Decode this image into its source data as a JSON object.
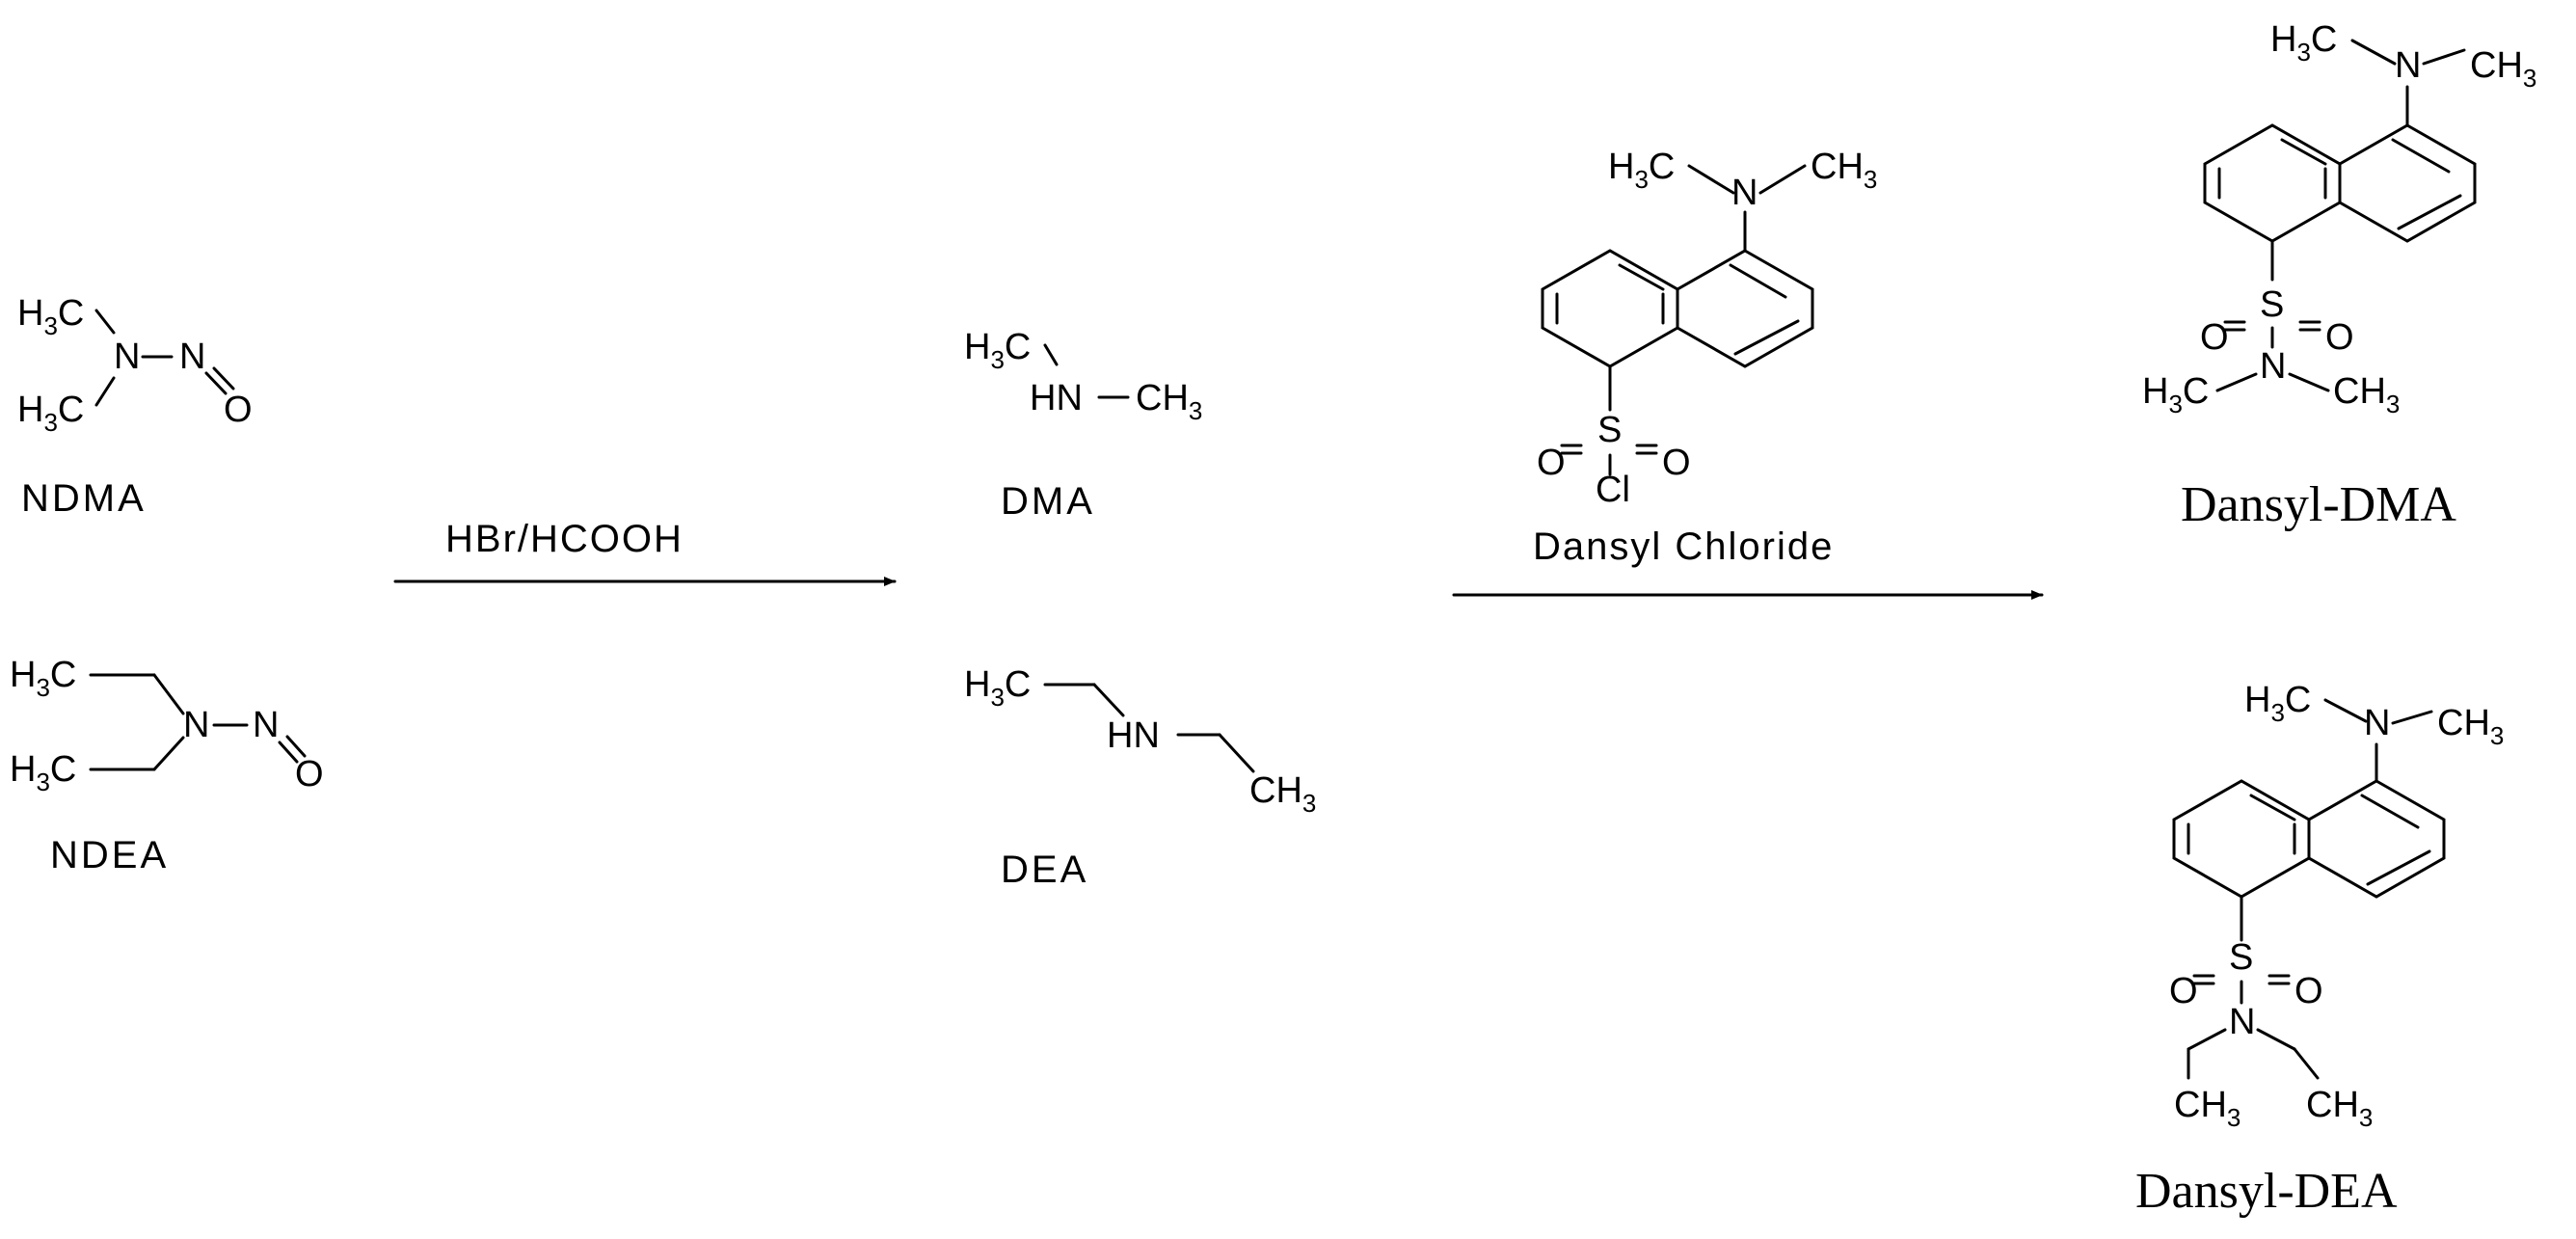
{
  "atoms": {
    "h3c": "H3C",
    "ch3": "CH3",
    "n": "N",
    "o": "O",
    "s": "S",
    "cl": "Cl",
    "hn": "HN"
  },
  "compounds": {
    "ndma": "NDMA",
    "ndea": "NDEA",
    "dma": "DMA",
    "dea": "DEA",
    "dansyl_chloride": "Dansyl Chloride",
    "dansyl_dma": "Dansyl-DMA",
    "dansyl_dea": "Dansyl-DEA"
  },
  "reagents": {
    "step1": "HBr/HCOOH"
  }
}
